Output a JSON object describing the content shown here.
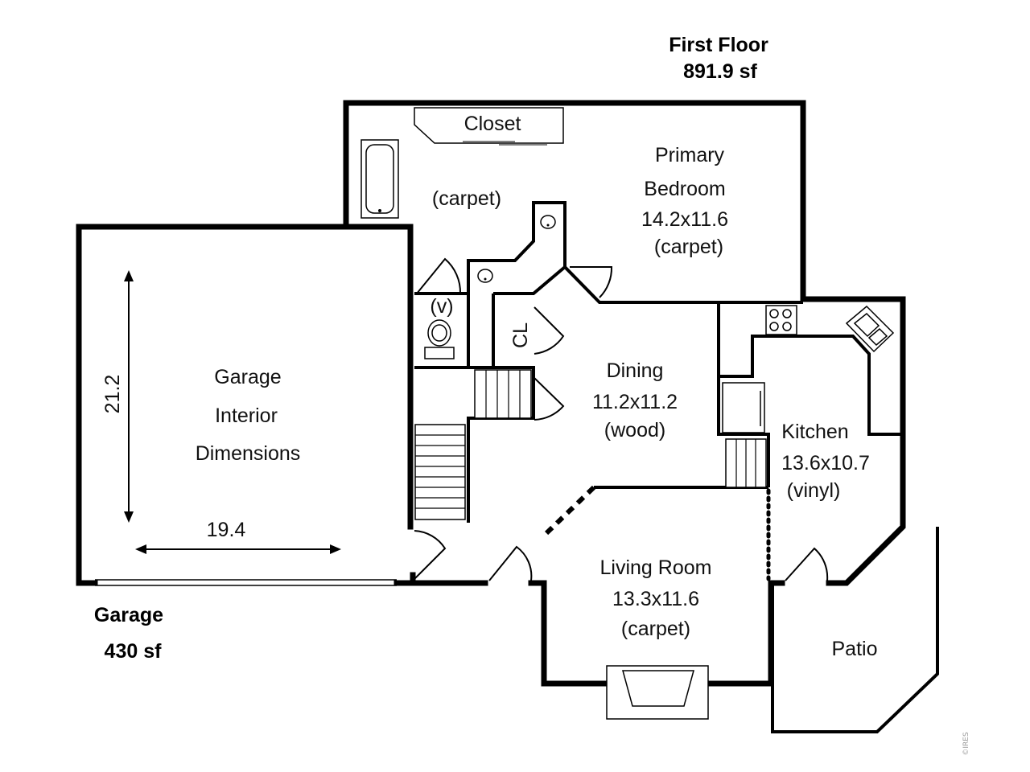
{
  "first_floor": {
    "title": "First Floor",
    "area": "891.9 sf"
  },
  "garage": {
    "title": "Garage",
    "area": "430 sf",
    "line1": "Garage",
    "line2": "Interior",
    "line3": "Dimensions",
    "depth": "21.2",
    "width": "19.4"
  },
  "rooms": {
    "closet": {
      "name": "Closet"
    },
    "bath": {
      "floor": "(carpet)"
    },
    "primary_bedroom": {
      "line1": "Primary",
      "line2": "Bedroom",
      "dims": "14.2x11.6",
      "floor": "(carpet)"
    },
    "vanity": {
      "name": "(v)"
    },
    "cl": {
      "name": "CL"
    },
    "dining": {
      "name": "Dining",
      "dims": "11.2x11.2",
      "floor": "(wood)"
    },
    "kitchen": {
      "name": "Kitchen",
      "dims": "13.6x10.7",
      "floor": "(vinyl)"
    },
    "living_room": {
      "name": "Living Room",
      "dims": "13.3x11.6",
      "floor": "(carpet)"
    },
    "patio": {
      "name": "Patio"
    }
  },
  "watermark": "©IRES"
}
